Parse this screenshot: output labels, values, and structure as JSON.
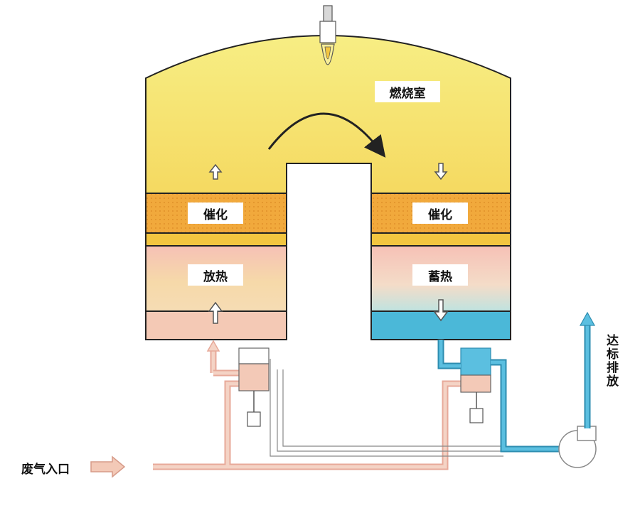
{
  "labels": {
    "combustion_chamber": "燃烧室",
    "catalysis_left": "催化",
    "catalysis_right": "催化",
    "heat_release": "放热",
    "heat_storage": "蓄热",
    "waste_gas_inlet": "废气入口",
    "compliant_discharge": "达标排放"
  },
  "colors": {
    "chamber_top": "#f6ec7a",
    "chamber_bottom": "#f4c83e",
    "catalyst_bed": "#f0a63a",
    "storage_pink": "#f5c3b4",
    "cool_layer": "#4bb8d8",
    "inlet_duct": "#f3c9b7",
    "outlet_duct": "#5bbfe0"
  }
}
